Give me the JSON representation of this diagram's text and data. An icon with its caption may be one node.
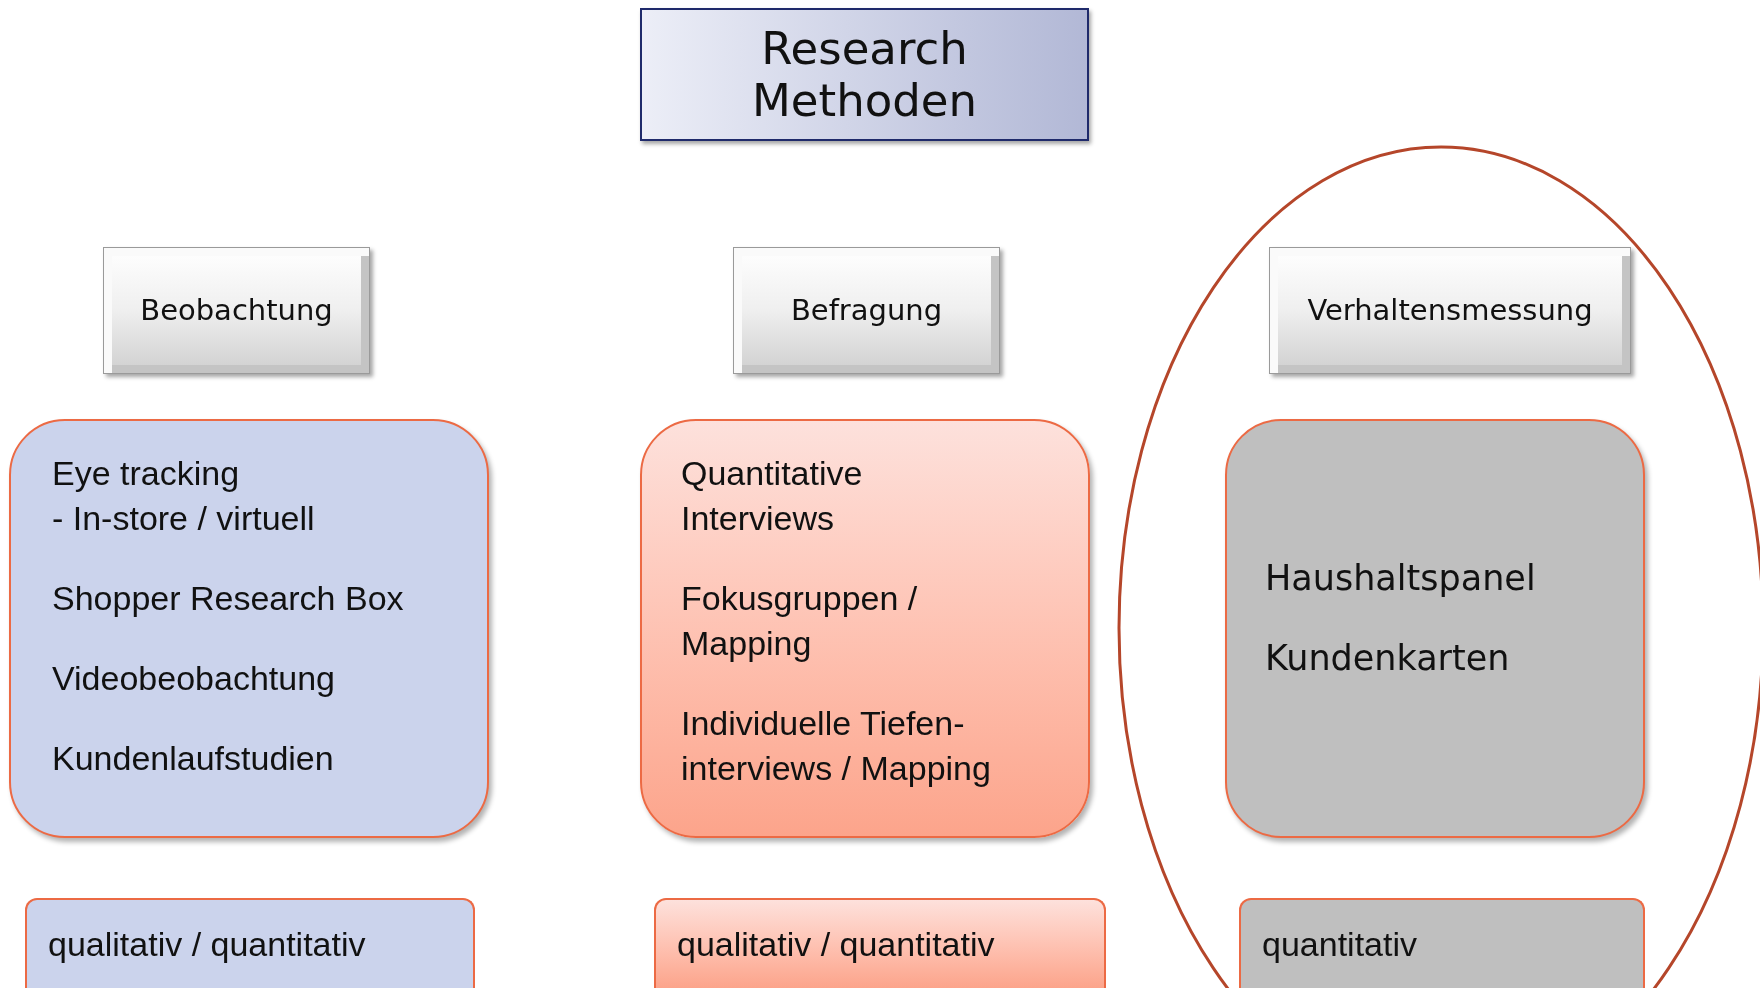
{
  "diagram": {
    "nodes": [
      {
        "text": [
          "Research Methoden"
        ]
      },
      {
        "text": [
          "Beobachtung"
        ]
      },
      {
        "text": [
          "Befragung"
        ]
      },
      {
        "text": [
          "Verhaltensmessung"
        ]
      },
      {
        "text": [
          "Eye tracking",
          "- In-store / virtuell",
          "Shopper Research Box",
          "Videobeobachtung",
          "Kundenlaufstudien"
        ]
      },
      {
        "text": [
          "Quantitative Interviews",
          "Fokusgruppen / Mapping",
          "Individuelle Tiefen- interviews / Mapping"
        ]
      },
      {
        "text": [
          "Haushaltspanel",
          "Kundenkarten"
        ]
      },
      {
        "text": [
          "qualitativ / quantitativ"
        ]
      },
      {
        "text": [
          "qualitativ / quantitativ"
        ]
      },
      {
        "text": [
          "quantitativ"
        ]
      }
    ]
  }
}
